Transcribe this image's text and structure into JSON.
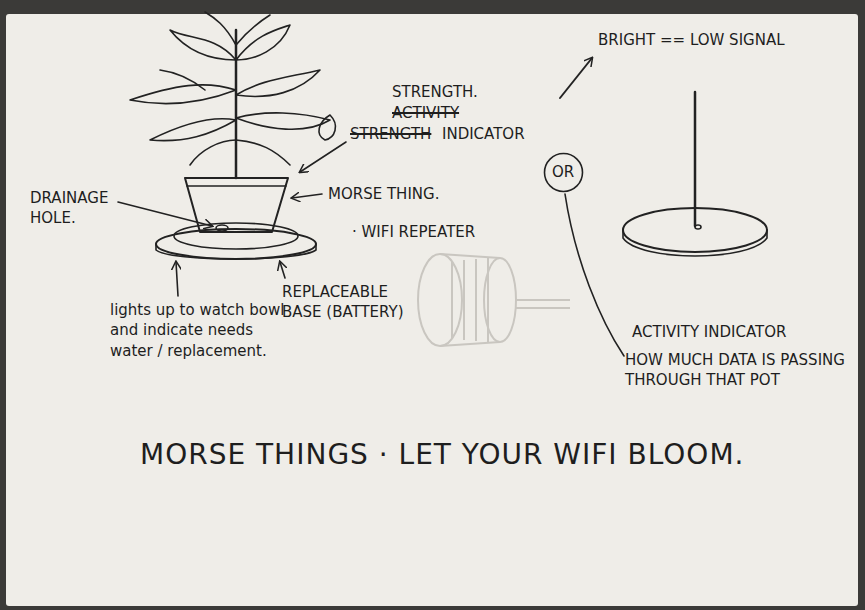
{
  "diagram": {
    "title": "MORSE THINGS · LET YOUR WIFI BLOOM.",
    "nodes": [
      {
        "text": [
          "OR"
        ]
      }
    ],
    "labels": [
      "BRIGHT == LOW SIGNAL",
      "STRENGTH.",
      "ACTIVITY",
      "STRENGTH",
      "INDICATOR",
      "DRAINAGE HOLE.",
      "MORSE THING.",
      "· WIFI REPEATER",
      "lights up to watch bowl and indicate needs water / replacement.",
      "REPLACEABLE BASE (BATTERY)",
      "ACTIVITY INDICATOR",
      "HOW MUCH DATA IS PASSING THROUGH THAT POT"
    ]
  }
}
